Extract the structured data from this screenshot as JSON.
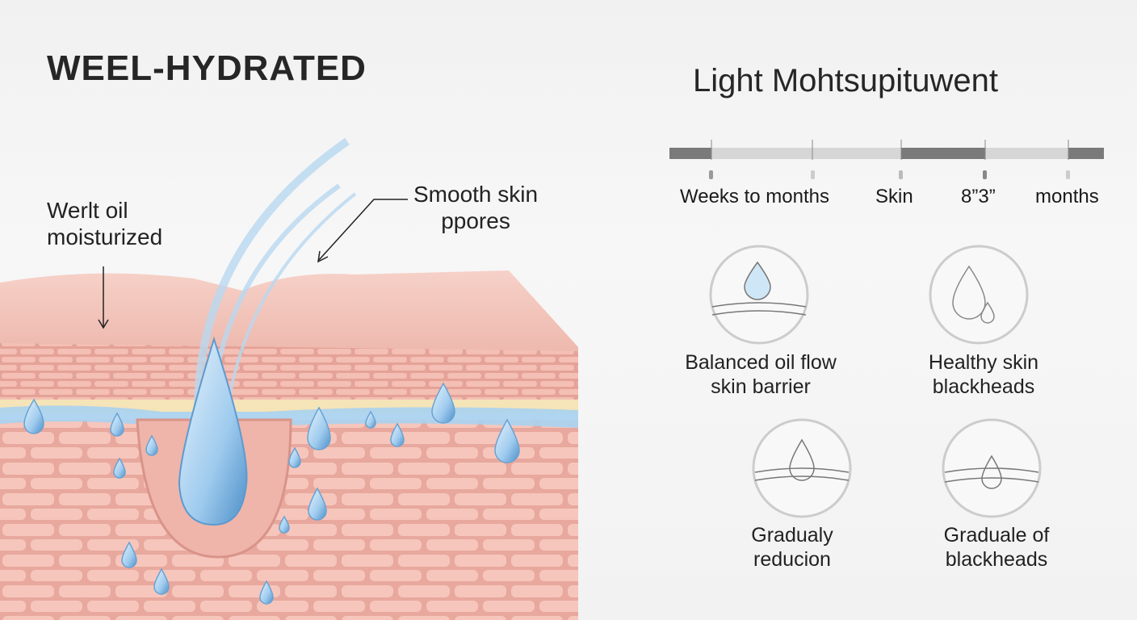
{
  "left": {
    "title": "WEEL-HYDRATED",
    "label_left": [
      "Werlt oil",
      "moisturized"
    ],
    "label_right": [
      "Smooth skin",
      "ppores"
    ]
  },
  "right": {
    "title": "Light Mohtsupituwent",
    "timeline": {
      "labels": [
        "Weeks to months",
        "Skin",
        "8”3”",
        "months"
      ]
    },
    "icons": [
      {
        "icon": "water-drop-skin-icon",
        "caption": [
          "Balanced oil flow",
          "skin barrier"
        ]
      },
      {
        "icon": "splash-drop-icon",
        "caption": [
          "Healthy skin",
          "blackheads"
        ]
      },
      {
        "icon": "drop-pore-icon",
        "caption": [
          "Gradualy",
          "reducion"
        ]
      },
      {
        "icon": "drop-pore-reduced-icon",
        "caption": [
          "Graduale of",
          "blackheads"
        ]
      }
    ]
  },
  "colors": {
    "skin": "#f2b8ad",
    "water": "#8fc3e8",
    "bar_dark": "#7a7a7a",
    "bar_light": "#d6d6d6"
  }
}
